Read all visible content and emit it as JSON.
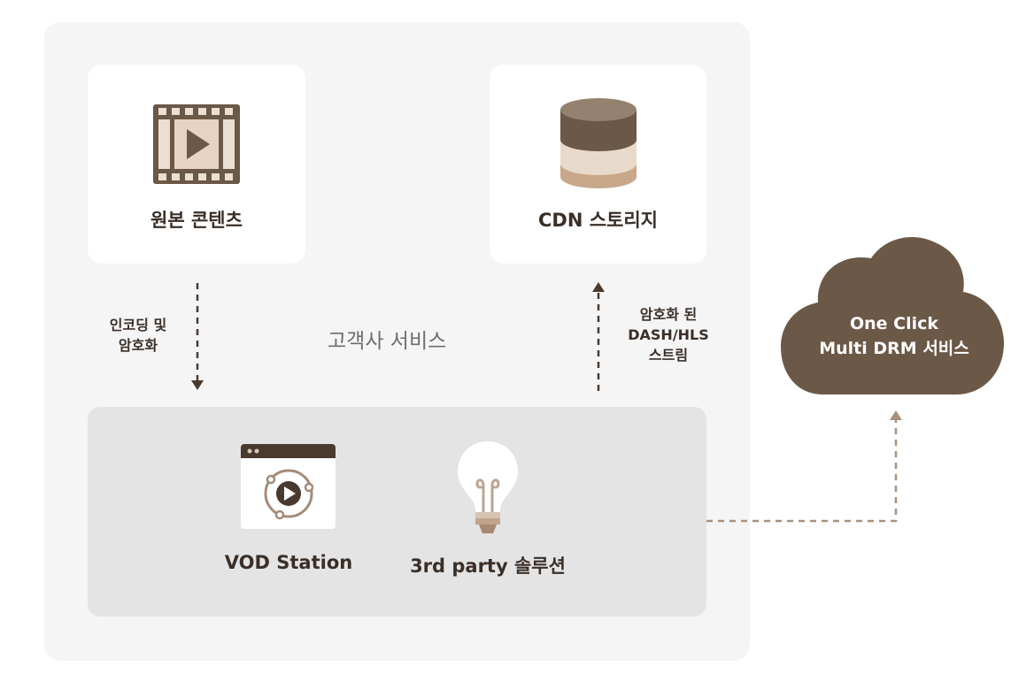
{
  "nodes": {
    "source_content": {
      "label": "원본 콘텐츠",
      "icon": "film-play-icon"
    },
    "cdn_storage": {
      "label": "CDN 스토리지",
      "icon": "database-icon"
    },
    "customer_service": {
      "label": "고객사 서비스"
    },
    "vod_station": {
      "label": "VOD Station",
      "icon": "media-window-icon"
    },
    "third_party": {
      "label": "3rd party 솔루션",
      "icon": "lightbulb-icon"
    },
    "cloud_service": {
      "line1": "One Click",
      "line2": "Multi DRM 서비스",
      "icon": "cloud-icon"
    }
  },
  "flows": {
    "encode_encrypt": {
      "line1": "인코딩 및",
      "line2": "암호화"
    },
    "encrypted_stream": {
      "line1": "암호화 된",
      "line2": "DASH/HLS",
      "line3": "스트림"
    }
  },
  "colors": {
    "brand_brown": "#6b5847",
    "text_dark": "#3a2f28",
    "panel_light": "#f5f5f6",
    "panel_inner": "#e4e4e5",
    "dashed_line": "#a8917d"
  }
}
